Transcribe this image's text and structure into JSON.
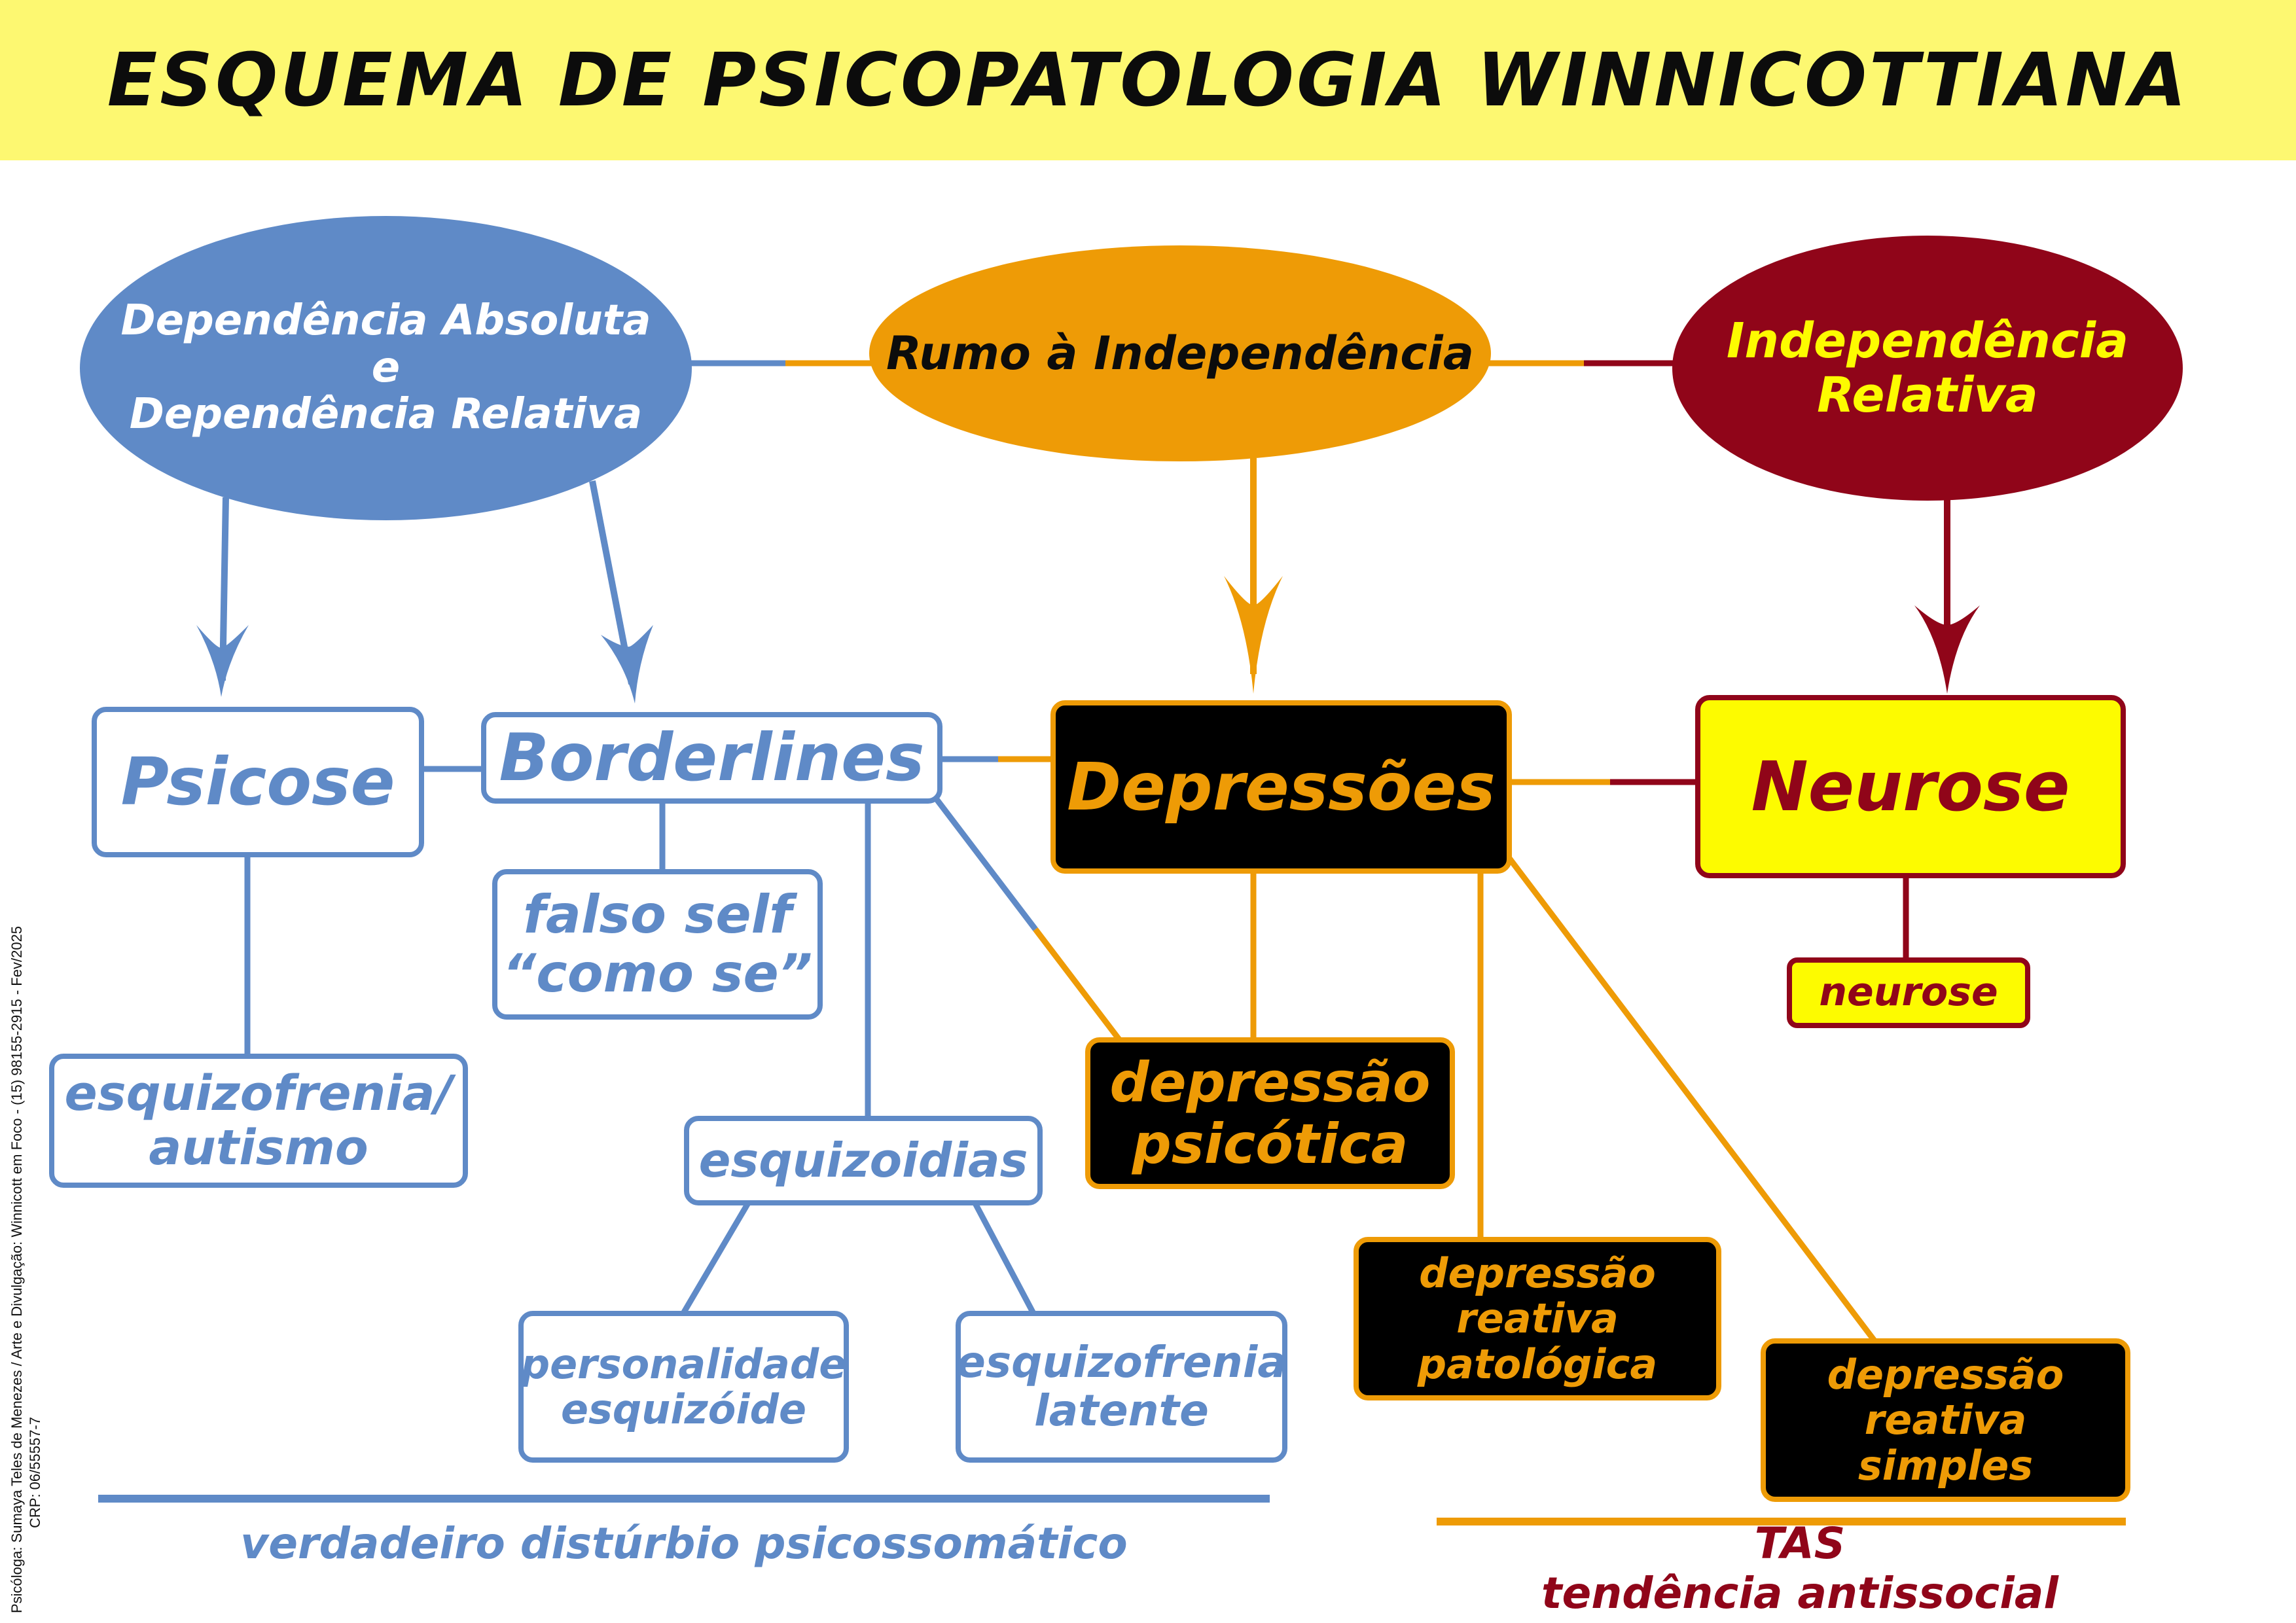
{
  "title": "ESQUEMA DE PSICOPATOLOGIA WINNICOTTIANA",
  "stages": {
    "absolute": [
      "Dependência Absoluta",
      "e",
      "Dependência Relativa"
    ],
    "toward": "Rumo à Independência",
    "relative": [
      "Independência",
      "Relativa"
    ]
  },
  "categories": {
    "psicose": "Psicose",
    "borderlines": "Borderlines",
    "depressoes": "Depressões",
    "neurose": "Neurose"
  },
  "subtypes": {
    "falso_self": [
      "falso self",
      "“como se”"
    ],
    "esquizofrenia_autismo": [
      "esquizofrenia/",
      "autismo"
    ],
    "esquizoidias": "esquizoidias",
    "personalidade_esquizoide": [
      "personalidade",
      "esquizóide"
    ],
    "esquizofrenia_latente": [
      "esquizofrenia",
      "latente"
    ],
    "depressao_psicotica": [
      "depressão",
      "psicótica"
    ],
    "depressao_reativa_patologica": [
      "depressão",
      "reativa",
      "patológica"
    ],
    "depressao_reativa_simples": [
      "depressão",
      "reativa",
      "simples"
    ],
    "neurose_sub": "neurose"
  },
  "footer": {
    "psychosomatic": "verdadeiro distúrbio psicossomático",
    "tas": "TAS",
    "antisocial": "tendência antissocial"
  },
  "credit": [
    "Psicóloga: Sumaya Teles de Menezes  /  Arte e Divulgação: Winnicott em Foco - (15) 98155-2915 - Fev/2025",
    "CRP: 06/55557-7"
  ],
  "colors": {
    "banner": "#fdf871",
    "blue": "#5f8ac7",
    "orange": "#ee9b06",
    "dark_red": "#900519",
    "yellow": "#fdfb00",
    "black": "#000000"
  }
}
